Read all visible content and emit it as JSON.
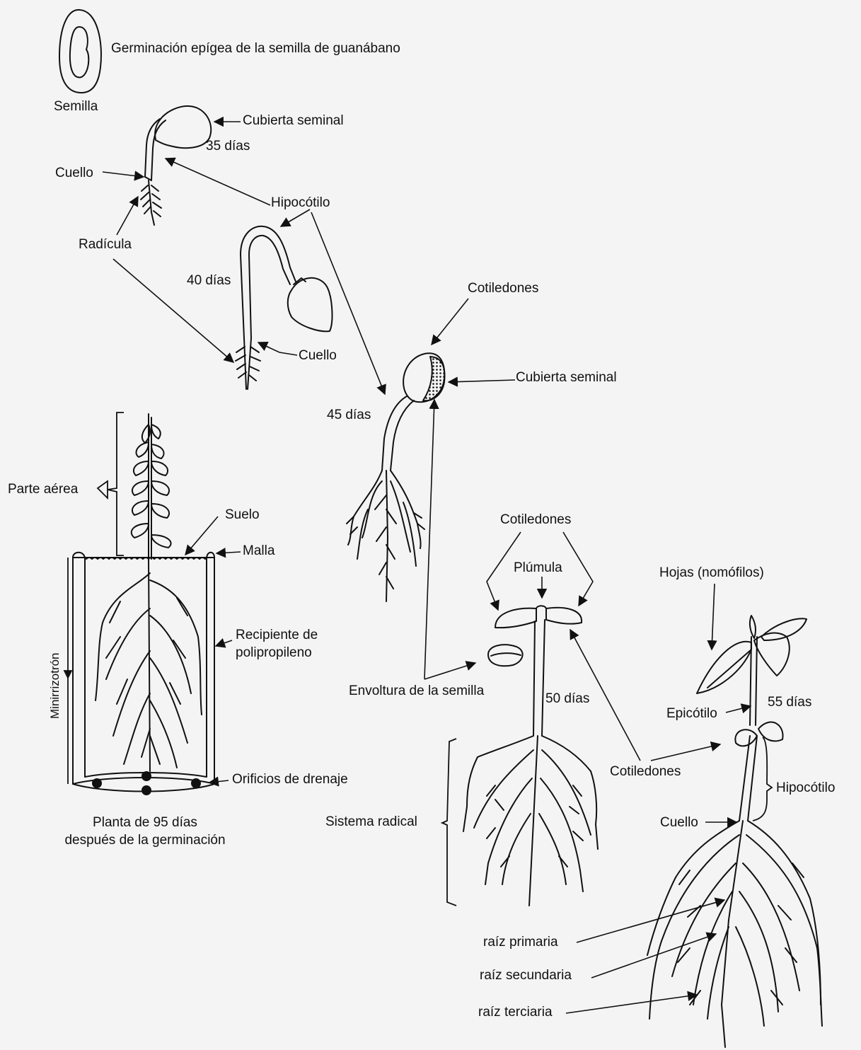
{
  "title": "Germinación epígea de la semilla de guanábano",
  "seed": {
    "label": "Semilla"
  },
  "stage35": {
    "days": "35 días",
    "cubierta": "Cubierta seminal",
    "cuello": "Cuello",
    "radicula": "Radícula",
    "hipocotilo": "Hipocótilo"
  },
  "stage40": {
    "days": "40 días",
    "cuello": "Cuello"
  },
  "stage45": {
    "days": "45 días",
    "cotiledones": "Cotiledones",
    "cubierta": "Cubierta seminal"
  },
  "stage50": {
    "days": "50 días",
    "cotiledones": "Cotiledones",
    "plumula": "Plúmula",
    "envoltura": "Envoltura de la semilla",
    "sistema": "Sistema radical"
  },
  "stage55": {
    "days": "55 días",
    "hojas": "Hojas (nomófilos)",
    "epicotilo": "Epicótilo",
    "cotiledones": "Cotiledones",
    "hipocotilo": "Hipocótilo",
    "cuello": "Cuello",
    "raiz_primaria": "raíz primaria",
    "raiz_secundaria": "raíz secundaria",
    "raiz_terciaria": "raíz terciaria"
  },
  "stage95": {
    "parte_aerea": "Parte aérea",
    "suelo": "Suelo",
    "malla": "Malla",
    "recipiente_1": "Recipiente de",
    "recipiente_2": "polipropileno",
    "minirrizotron": "Minirrizotrón",
    "orificios": "Orificios de drenaje",
    "caption_1": "Planta de 95 días",
    "caption_2": "después de la germinación"
  }
}
